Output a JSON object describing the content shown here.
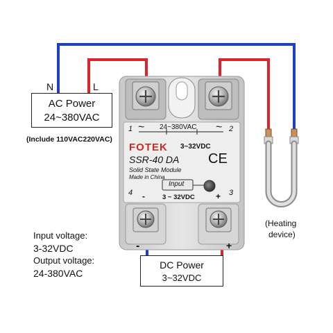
{
  "ac_power": {
    "n_label": "N",
    "l_label": "L",
    "title": "AC Power",
    "range": "24~380VAC",
    "note": "(Include 110VAC220VAC)"
  },
  "relay": {
    "brand": "FOTEK",
    "model": "SSR-40 DA",
    "subtitle": "Solid State Module",
    "origin": "Made in China",
    "ce_mark": "CE",
    "terminal_1": "1",
    "terminal_2": "2",
    "terminal_3": "3",
    "terminal_4": "4",
    "ac_symbol_left": "~",
    "ac_symbol_right": "~",
    "output_range": "24~380VAC",
    "control_range": "3~32VDC",
    "input_label": "Input",
    "input_range": "3 ~ 32VDC",
    "minus_sign": "-",
    "plus_sign": "+"
  },
  "heater": {
    "line1": "(Heating",
    "line2": "device)"
  },
  "specs": {
    "input_label": "Input voltage:",
    "input_value": "3-32VDC",
    "output_label": "Output voltage:",
    "output_value": "24-380VAC"
  },
  "dc_power": {
    "title": "DC Power",
    "range": "3~32VDC",
    "minus": "-",
    "plus": "+"
  },
  "colors": {
    "live_wire": "#e0232a",
    "neutral_wire": "#1f3fbf",
    "relay_body": "#d9d9d9",
    "label_panel": "#eeeeee",
    "brand_red": "#cc2a1f"
  },
  "icons": [
    "screw-terminal-icon",
    "heating-element-icon",
    "led-indicator-icon"
  ]
}
